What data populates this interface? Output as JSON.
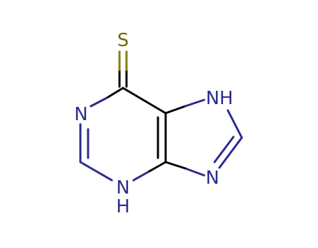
{
  "molecule": {
    "atoms": {
      "s": "S",
      "n1": "N",
      "n3": "N",
      "n3_h": "H",
      "n7": "NH",
      "n9": "N"
    },
    "colors": {
      "carbon_bond": "#000000",
      "nitrogen": "#2a2a8c",
      "sulfur": "#6b6b00",
      "sulfur_bond": "#808000",
      "background": "#ffffff"
    }
  }
}
